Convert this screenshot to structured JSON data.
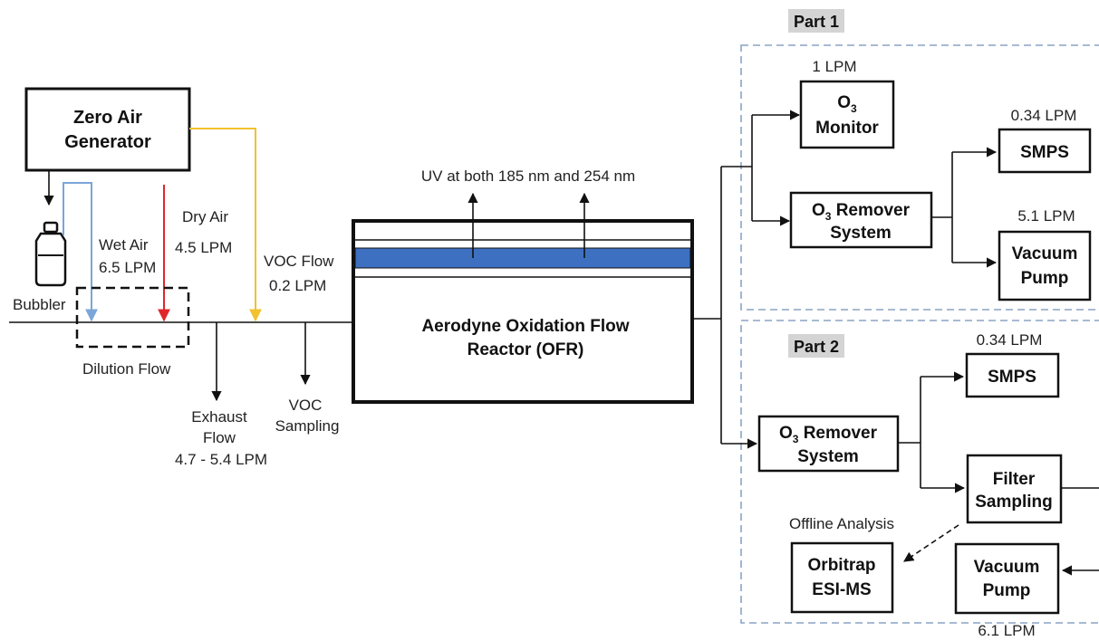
{
  "zero_air": {
    "line1": "Zero Air",
    "line2": "Generator"
  },
  "bubbler": {
    "label": "Bubbler"
  },
  "wet_air": {
    "line1": "Wet Air",
    "line2": "6.5 LPM"
  },
  "dry_air": {
    "line1": "Dry Air",
    "line2": "4.5 LPM"
  },
  "voc_flow": {
    "line1": "VOC Flow",
    "line2": "0.2 LPM"
  },
  "dilution": {
    "label": "Dilution Flow"
  },
  "exhaust": {
    "line1": "Exhaust",
    "line2": "Flow",
    "line3": "4.7 - 5.4 LPM"
  },
  "voc_sampling": {
    "line1": "VOC",
    "line2": "Sampling"
  },
  "uv": {
    "label": "UV at both 185 nm and 254 nm"
  },
  "ofr": {
    "line1": "Aerodyne Oxidation Flow",
    "line2": "Reactor (OFR)"
  },
  "part1": {
    "title": "Part 1",
    "o3_monitor": {
      "flow": "1 LPM",
      "line1_main": "O",
      "line1_sub": "3",
      "line2": "Monitor"
    },
    "o3_remover": {
      "line1_main": "O",
      "line1_sub": "3",
      "line1_rest": " Remover",
      "line2": "System"
    },
    "smps": {
      "flow": "0.34 LPM",
      "label": "SMPS"
    },
    "vacuum": {
      "flow": "5.1 LPM",
      "line1": "Vacuum",
      "line2": "Pump"
    }
  },
  "part2": {
    "title": "Part 2",
    "o3_remover": {
      "line1_main": "O",
      "line1_sub": "3",
      "line1_rest": " Remover",
      "line2": "System"
    },
    "smps": {
      "flow": "0.34 LPM",
      "label": "SMPS"
    },
    "filter": {
      "line1": "Filter",
      "line2": "Sampling"
    },
    "offline": {
      "label": "Offline Analysis"
    },
    "orbitrap": {
      "line1": "Orbitrap",
      "line2": "ESI-MS"
    },
    "vacuum": {
      "flow": "6.1 LPM",
      "line1": "Vacuum",
      "line2": "Pump"
    }
  },
  "colors": {
    "wet_air": "#7aa6d8",
    "dry_air": "#e0262b",
    "voc": "#f2c12e",
    "uv_band": "#3e70c1",
    "part_border": "#8aa4c4",
    "part_title_bg": "#d4d4d4"
  }
}
